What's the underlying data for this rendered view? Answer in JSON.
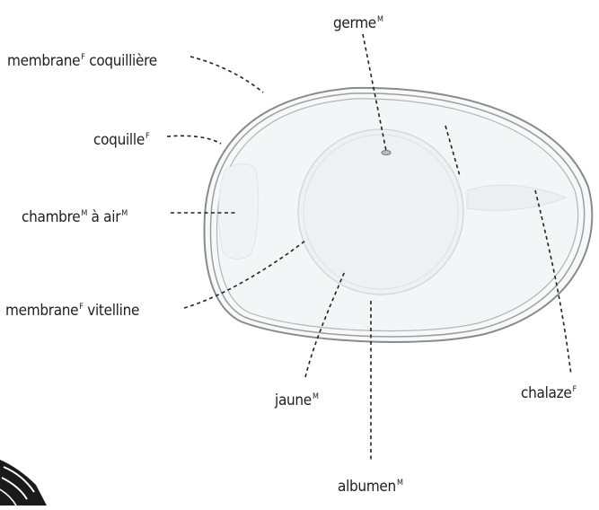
{
  "labels": {
    "germe": {
      "text": "germe",
      "gender": "M"
    },
    "membrane_coquilliere": {
      "text": "membrane coquillière",
      "gender": "F"
    },
    "coquille": {
      "text": "coquille",
      "gender": "F"
    },
    "chambre_a_air": {
      "text": "chambre à air",
      "gender": "M"
    },
    "membrane_vitelline": {
      "text": "membrane vitelline",
      "gender": "F"
    },
    "jaune": {
      "text": "jaune",
      "gender": "M"
    },
    "chalaze": {
      "text": "chalaze",
      "gender": "F"
    },
    "albumen": {
      "text": "albumen",
      "gender": "M"
    }
  },
  "colors": {
    "shell_outline": "#8a8a8a",
    "albumen_fill": "#f4f6f7",
    "yolk_fill": "#eef0f2",
    "leader_line": "#222222",
    "label_text": "#1f1f1f"
  }
}
